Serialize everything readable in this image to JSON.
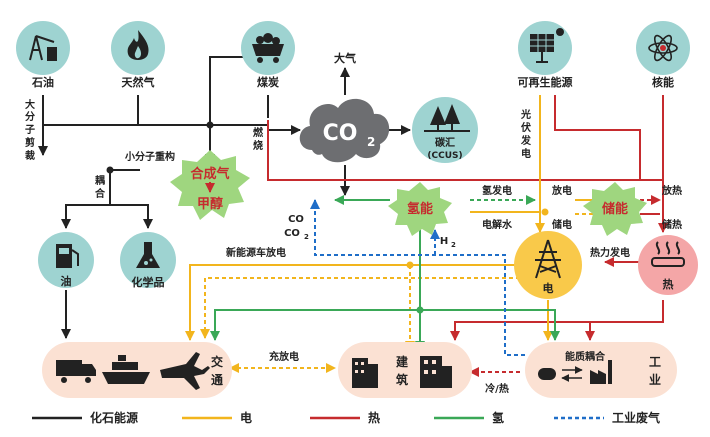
{
  "nodes": {
    "oil": "石油",
    "gas": "天然气",
    "coal": "煤炭",
    "renewable": "可再生能源",
    "nuclear": "核能",
    "co2_main": "CO",
    "co2_sub": "2",
    "atmosphere": "大气",
    "carbon_sink": "碳汇",
    "ccus": "(CCUS)",
    "syngas": "合成气",
    "methanol": "甲醇",
    "hydrogen": "氢能",
    "storage": "储能",
    "electricity": "电",
    "heat": "热",
    "oil_product": "油",
    "chemicals": "化学品",
    "transport_1": "交",
    "transport_2": "通",
    "building_1": "建",
    "building_2": "筑",
    "energy_coupling": "能质耦合",
    "industry_1": "工",
    "industry_2": "业"
  },
  "flow_labels": {
    "cracking_1": "大",
    "cracking_2": "分",
    "cracking_3": "子",
    "cracking_4": "剪",
    "cracking_5": "裁",
    "recombination": "小分子重构",
    "coupling_1": "耦",
    "coupling_2": "合",
    "combustion_1": "燃",
    "combustion_2": "烧",
    "pv_1": "光",
    "pv_2": "伏",
    "pv_3": "发",
    "pv_4": "电",
    "h2_power": "氢发电",
    "electrolysis": "电解水",
    "discharge": "放电",
    "charge": "储电",
    "heat_release": "放热",
    "heat_store": "储热",
    "thermal_power": "热力发电",
    "co_line1": "CO",
    "co_line2": "CO",
    "co_line2_sub": "2",
    "h2_label": "H",
    "h2_sub": "2",
    "ev_discharge": "新能源车放电",
    "charge_discharge": "充放电",
    "cold_heat": "冷/热"
  },
  "legend": {
    "fossil": "化石能源",
    "electricity": "电",
    "heat": "热",
    "hydrogen": "氢",
    "waste_gas": "工业废气"
  },
  "colors": {
    "fossil": "#222222",
    "electricity": "#f2b51d",
    "heat": "#c62b2e",
    "hydrogen": "#3aa857",
    "waste_gas": "#1f6ec8",
    "teal": "#9ed3d1",
    "burst": "#9fd67f",
    "peach": "#fbe1d3"
  }
}
